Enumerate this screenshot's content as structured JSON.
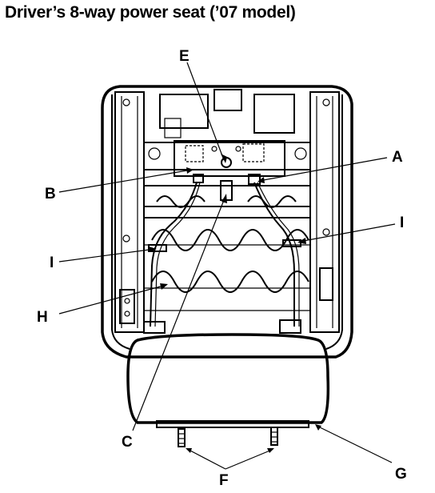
{
  "title": "Driver’s 8-way power seat (’07 model)",
  "labels": {
    "a": "A",
    "b": "B",
    "c": "C",
    "e": "E",
    "f": "F",
    "g": "G",
    "h": "H",
    "i_left": "I",
    "i_right": "I"
  }
}
